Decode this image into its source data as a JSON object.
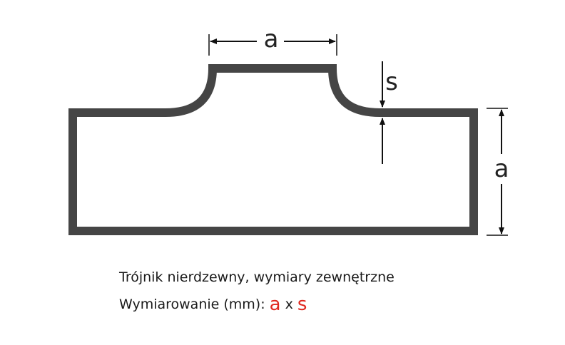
{
  "diagram": {
    "label_top": "a",
    "label_right": "a",
    "label_s": "s"
  },
  "caption": {
    "line1": "Trójnik nierdzewny, wymiary zewnętrzne",
    "line2_prefix": "Wymiarowanie (mm):",
    "dim_a": "a",
    "times": "x",
    "dim_s": "s"
  },
  "colors": {
    "outline": "#454545",
    "arrow": "#111111",
    "highlight": "#e0281f"
  }
}
